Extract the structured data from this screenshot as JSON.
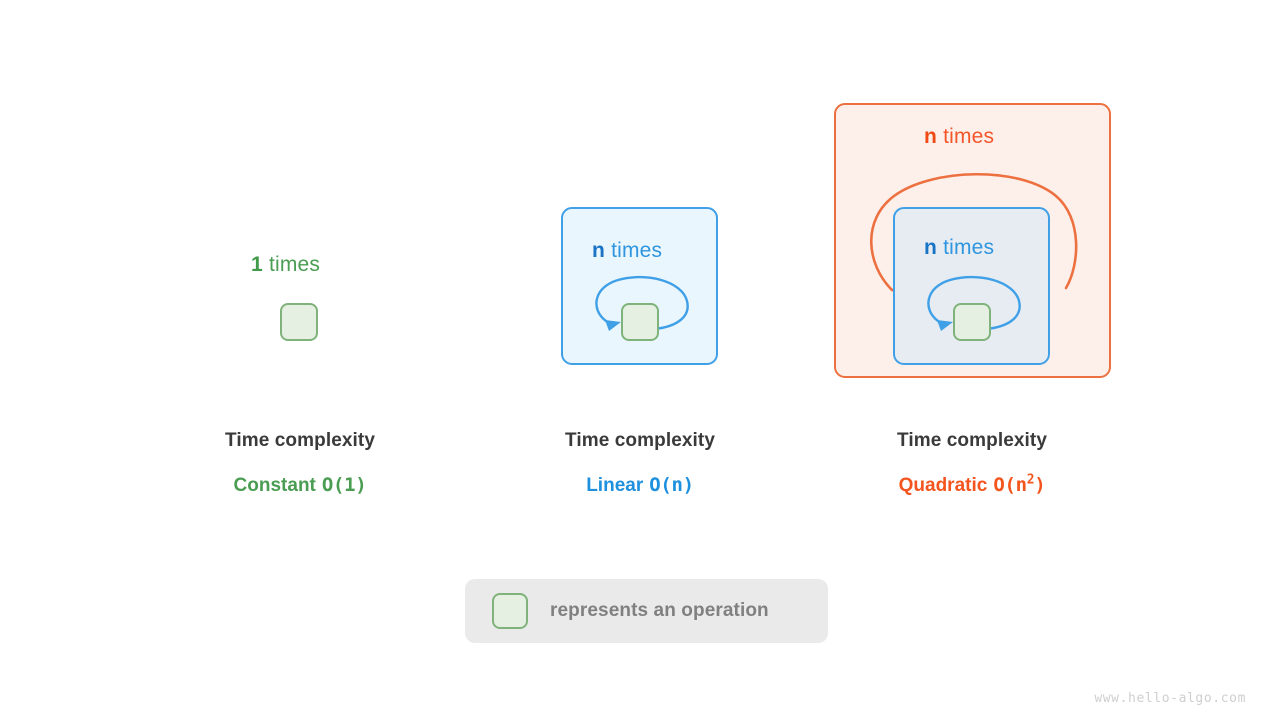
{
  "meta": {
    "watermark": "www.hello-algo.com",
    "background_color": "#ffffff"
  },
  "colors": {
    "green_text": "#4a9d52",
    "green_border": "#7fb37b",
    "green_fill": "#e6f0e2",
    "blue_text": "#1f90dd",
    "blue_border": "#3fa0e8",
    "blue_fill": "#eaf6fd",
    "orange_text": "#f4551f",
    "orange_border": "#ed7040",
    "orange_fill": "#fdf0ea",
    "caption_title": "#3a3a3a",
    "legend_bg": "#eaeaea",
    "legend_text": "#808080"
  },
  "panels": [
    {
      "id": "constant",
      "loop_count": "1",
      "loop_word": "times",
      "caption_title": "Time complexity",
      "complexity_name": "Constant",
      "complexity_notation": "O(1)",
      "accent": "#4a9d52"
    },
    {
      "id": "linear",
      "loop_count": "n",
      "loop_word": "times",
      "caption_title": "Time complexity",
      "complexity_name": "Linear",
      "complexity_notation": "O(n)",
      "accent": "#1f90dd"
    },
    {
      "id": "quadratic",
      "outer_loop_count": "n",
      "outer_loop_word": "times",
      "inner_loop_count": "n",
      "inner_loop_word": "times",
      "caption_title": "Time complexity",
      "complexity_name": "Quadratic",
      "complexity_notation_base": "O(n",
      "complexity_notation_exponent": "2",
      "complexity_notation_close": ")",
      "accent": "#f4551f"
    }
  ],
  "legend": {
    "text": "represents an operation",
    "swatch_name": "operation-box"
  }
}
